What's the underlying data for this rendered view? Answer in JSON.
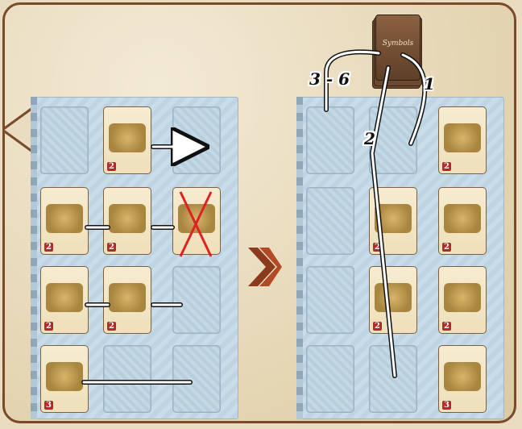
{
  "deck": {
    "label": "Symbols"
  },
  "step_labels": [
    "3 - 6",
    "1",
    "2"
  ],
  "colors": {
    "frame": "#7a4a2a",
    "advance_arrow": "#8b3a1e",
    "cross": "#d22"
  },
  "cost_values": {
    "tavern": "2",
    "cart": "2",
    "hat_small": "2",
    "hat_large": "3"
  }
}
